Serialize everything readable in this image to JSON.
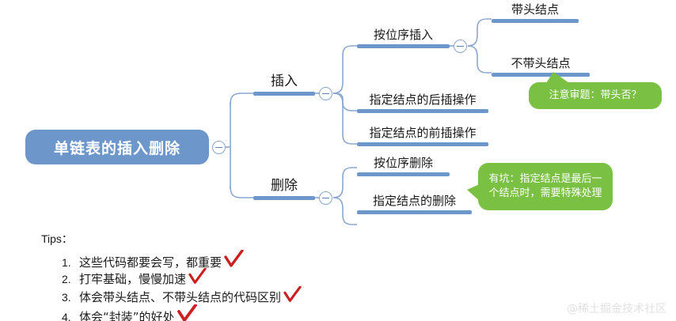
{
  "diagram": {
    "type": "mindmap",
    "root": {
      "label": "单链表的插入删除",
      "color": "#6d96cb",
      "text_color": "#ffffff"
    },
    "branches": [
      {
        "label": "插入",
        "children": [
          {
            "label": "按位序插入",
            "children": [
              {
                "label": "带头结点"
              },
              {
                "label": "不带头结点"
              }
            ]
          },
          {
            "label": "指定结点的后插操作"
          },
          {
            "label": "指定结点的前插操作"
          }
        ]
      },
      {
        "label": "删除",
        "children": [
          {
            "label": "按位序删除"
          },
          {
            "label": "指定结点的删除"
          }
        ]
      }
    ],
    "callouts": [
      {
        "id": "head",
        "text": "注意审题：带头否？",
        "color": "#7ac143"
      },
      {
        "id": "last",
        "text": "有坑：指定结点是最后一个结点时，需要特殊处理",
        "color": "#7ac143"
      }
    ],
    "branch_line_color": "#6d96cb",
    "connector_color": "#8aa7cf"
  },
  "tips": {
    "title": "Tips：",
    "items": [
      {
        "num": "1.",
        "text": "这些代码都要会写，都重要",
        "check": true
      },
      {
        "num": "2.",
        "text": "打牢基础，慢慢加速",
        "check": true
      },
      {
        "num": "3.",
        "text": "体会带头结点、不带头结点的代码区别",
        "check": true
      },
      {
        "num": "4.",
        "text": "体会“封装”的好处",
        "check": true
      }
    ],
    "check_color": "#cc1f1f"
  },
  "watermark": {
    "text": "@稀土掘金技术社区"
  }
}
